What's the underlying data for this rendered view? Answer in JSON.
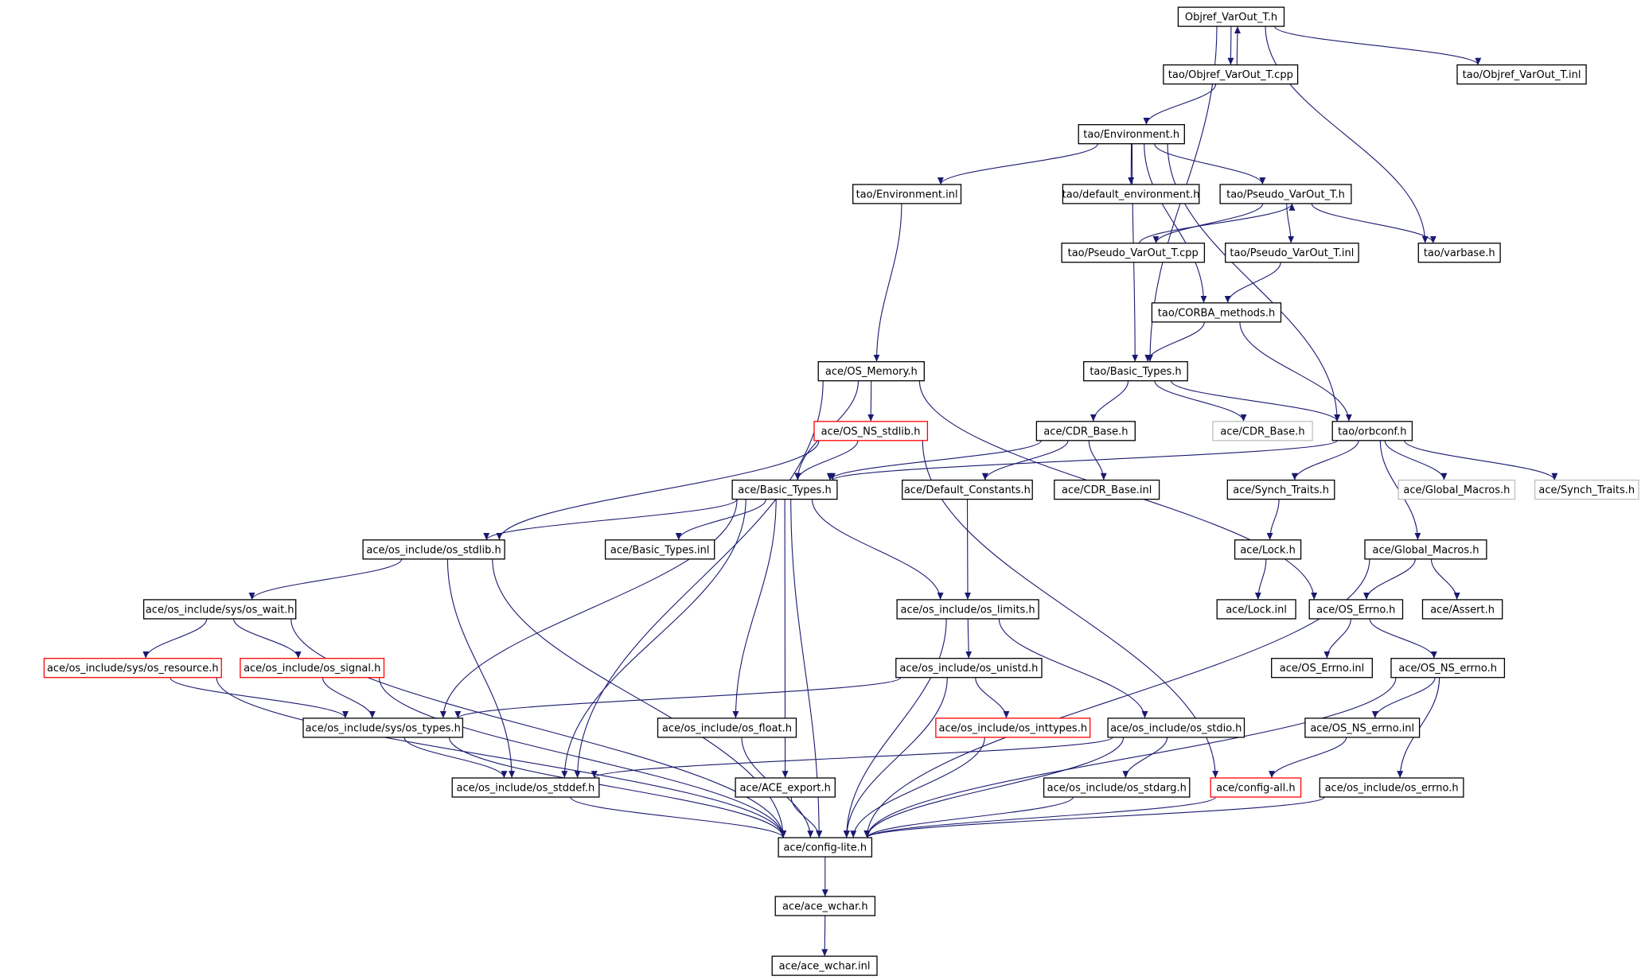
{
  "colors": {
    "edge": "#191970",
    "node_border": "#000000",
    "node_fill": "#ffffff",
    "current_fill": "#bfbfbf",
    "truncated_border": "#ff0000",
    "external_border": "#bfbfbf",
    "external_text": "#7f7f7f"
  },
  "nodes": [
    {
      "id": "objref_h",
      "label": "Objref_VarOut_T.h",
      "kind": "current"
    },
    {
      "id": "objref_cpp",
      "label": "tao/Objref_VarOut_T.cpp",
      "kind": "normal"
    },
    {
      "id": "objref_inl",
      "label": "tao/Objref_VarOut_T.inl",
      "kind": "normal"
    },
    {
      "id": "environment_h",
      "label": "tao/Environment.h",
      "kind": "normal"
    },
    {
      "id": "environment_inl",
      "label": "tao/Environment.inl",
      "kind": "normal"
    },
    {
      "id": "default_env",
      "label": "tao/default_environment.h",
      "kind": "normal"
    },
    {
      "id": "pseudo_h",
      "label": "tao/Pseudo_VarOut_T.h",
      "kind": "normal"
    },
    {
      "id": "pseudo_cpp",
      "label": "tao/Pseudo_VarOut_T.cpp",
      "kind": "normal"
    },
    {
      "id": "pseudo_inl",
      "label": "tao/Pseudo_VarOut_T.inl",
      "kind": "normal"
    },
    {
      "id": "varbase",
      "label": "tao/varbase.h",
      "kind": "normal"
    },
    {
      "id": "corba_methods",
      "label": "tao/CORBA_methods.h",
      "kind": "normal"
    },
    {
      "id": "os_memory",
      "label": "ace/OS_Memory.h",
      "kind": "normal"
    },
    {
      "id": "tao_basic_types",
      "label": "tao/Basic_Types.h",
      "kind": "normal"
    },
    {
      "id": "os_ns_stdlib",
      "label": "ace/OS_NS_stdlib.h",
      "kind": "truncated"
    },
    {
      "id": "cdr_base_h",
      "label": "ace/CDR_Base.h",
      "kind": "normal"
    },
    {
      "id": "cdr_base_ext",
      "label": "ace/CDR_Base.h",
      "kind": "external"
    },
    {
      "id": "orbconf",
      "label": "tao/orbconf.h",
      "kind": "normal"
    },
    {
      "id": "ace_basic_types",
      "label": "ace/Basic_Types.h",
      "kind": "normal"
    },
    {
      "id": "default_constants",
      "label": "ace/Default_Constants.h",
      "kind": "normal"
    },
    {
      "id": "cdr_base_inl",
      "label": "ace/CDR_Base.inl",
      "kind": "normal"
    },
    {
      "id": "synch_traits",
      "label": "ace/Synch_Traits.h",
      "kind": "normal"
    },
    {
      "id": "global_macros_ext",
      "label": "ace/Global_Macros.h",
      "kind": "external"
    },
    {
      "id": "synch_traits_ext",
      "label": "ace/Synch_Traits.h",
      "kind": "external"
    },
    {
      "id": "os_stdlib",
      "label": "ace/os_include/os_stdlib.h",
      "kind": "normal"
    },
    {
      "id": "basic_types_inl",
      "label": "ace/Basic_Types.inl",
      "kind": "normal"
    },
    {
      "id": "lock_h",
      "label": "ace/Lock.h",
      "kind": "normal"
    },
    {
      "id": "global_macros",
      "label": "ace/Global_Macros.h",
      "kind": "normal"
    },
    {
      "id": "os_wait",
      "label": "ace/os_include/sys/os_wait.h",
      "kind": "normal"
    },
    {
      "id": "os_limits",
      "label": "ace/os_include/os_limits.h",
      "kind": "normal"
    },
    {
      "id": "lock_inl",
      "label": "ace/Lock.inl",
      "kind": "normal"
    },
    {
      "id": "os_errno_h",
      "label": "ace/OS_Errno.h",
      "kind": "normal"
    },
    {
      "id": "assert_h",
      "label": "ace/Assert.h",
      "kind": "normal"
    },
    {
      "id": "os_resource",
      "label": "ace/os_include/sys/os_resource.h",
      "kind": "truncated"
    },
    {
      "id": "os_signal",
      "label": "ace/os_include/os_signal.h",
      "kind": "truncated"
    },
    {
      "id": "os_unistd",
      "label": "ace/os_include/os_unistd.h",
      "kind": "normal"
    },
    {
      "id": "os_errno_inl",
      "label": "ace/OS_Errno.inl",
      "kind": "normal"
    },
    {
      "id": "os_ns_errno",
      "label": "ace/OS_NS_errno.h",
      "kind": "normal"
    },
    {
      "id": "os_types",
      "label": "ace/os_include/sys/os_types.h",
      "kind": "normal"
    },
    {
      "id": "os_float",
      "label": "ace/os_include/os_float.h",
      "kind": "normal"
    },
    {
      "id": "os_inttypes",
      "label": "ace/os_include/os_inttypes.h",
      "kind": "truncated"
    },
    {
      "id": "os_stdio",
      "label": "ace/os_include/os_stdio.h",
      "kind": "normal"
    },
    {
      "id": "os_ns_errno_inl",
      "label": "ace/OS_NS_errno.inl",
      "kind": "normal"
    },
    {
      "id": "os_stddef",
      "label": "ace/os_include/os_stddef.h",
      "kind": "normal"
    },
    {
      "id": "ace_export",
      "label": "ace/ACE_export.h",
      "kind": "normal"
    },
    {
      "id": "os_stdarg",
      "label": "ace/os_include/os_stdarg.h",
      "kind": "normal"
    },
    {
      "id": "config_all",
      "label": "ace/config-all.h",
      "kind": "truncated"
    },
    {
      "id": "os_errno_sys",
      "label": "ace/os_include/os_errno.h",
      "kind": "normal"
    },
    {
      "id": "config_lite",
      "label": "ace/config-lite.h",
      "kind": "normal"
    },
    {
      "id": "ace_wchar_h",
      "label": "ace/ace_wchar.h",
      "kind": "normal"
    },
    {
      "id": "ace_wchar_inl",
      "label": "ace/ace_wchar.inl",
      "kind": "normal"
    }
  ],
  "edges": [
    [
      "objref_h",
      "objref_cpp"
    ],
    [
      "objref_h",
      "objref_inl"
    ],
    [
      "objref_h",
      "varbase"
    ],
    [
      "objref_h",
      "tao_basic_types"
    ],
    [
      "objref_cpp",
      "objref_h"
    ],
    [
      "objref_cpp",
      "environment_h"
    ],
    [
      "environment_h",
      "environment_inl"
    ],
    [
      "environment_h",
      "default_env"
    ],
    [
      "environment_h",
      "pseudo_h"
    ],
    [
      "environment_h",
      "corba_methods"
    ],
    [
      "environment_h",
      "tao_basic_types"
    ],
    [
      "environment_h",
      "orbconf"
    ],
    [
      "environment_inl",
      "os_memory"
    ],
    [
      "pseudo_h",
      "pseudo_cpp"
    ],
    [
      "pseudo_h",
      "pseudo_inl"
    ],
    [
      "pseudo_h",
      "varbase"
    ],
    [
      "pseudo_cpp",
      "pseudo_h"
    ],
    [
      "pseudo_inl",
      "corba_methods"
    ],
    [
      "corba_methods",
      "tao_basic_types"
    ],
    [
      "corba_methods",
      "orbconf"
    ],
    [
      "tao_basic_types",
      "cdr_base_h"
    ],
    [
      "tao_basic_types",
      "cdr_base_ext"
    ],
    [
      "tao_basic_types",
      "orbconf"
    ],
    [
      "os_memory",
      "os_ns_stdlib"
    ],
    [
      "os_memory",
      "ace_basic_types"
    ],
    [
      "os_memory",
      "os_stddef"
    ],
    [
      "os_memory",
      "os_errno_h"
    ],
    [
      "os_ns_stdlib",
      "ace_basic_types"
    ],
    [
      "os_ns_stdlib",
      "os_stdlib"
    ],
    [
      "os_ns_stdlib",
      "config_all"
    ],
    [
      "cdr_base_h",
      "ace_basic_types"
    ],
    [
      "cdr_base_h",
      "default_constants"
    ],
    [
      "cdr_base_h",
      "cdr_base_inl"
    ],
    [
      "orbconf",
      "ace_basic_types"
    ],
    [
      "orbconf",
      "synch_traits"
    ],
    [
      "orbconf",
      "global_macros_ext"
    ],
    [
      "orbconf",
      "synch_traits_ext"
    ],
    [
      "orbconf",
      "global_macros"
    ],
    [
      "ace_basic_types",
      "os_stdlib"
    ],
    [
      "ace_basic_types",
      "basic_types_inl"
    ],
    [
      "ace_basic_types",
      "os_limits"
    ],
    [
      "ace_basic_types",
      "os_types"
    ],
    [
      "ace_basic_types",
      "os_stddef"
    ],
    [
      "ace_basic_types",
      "os_float"
    ],
    [
      "ace_basic_types",
      "ace_export"
    ],
    [
      "ace_basic_types",
      "config_lite"
    ],
    [
      "default_constants",
      "os_limits"
    ],
    [
      "synch_traits",
      "lock_h"
    ],
    [
      "lock_h",
      "lock_inl"
    ],
    [
      "global_macros",
      "os_errno_h"
    ],
    [
      "global_macros",
      "assert_h"
    ],
    [
      "global_macros",
      "config_lite"
    ],
    [
      "os_stdlib",
      "os_wait"
    ],
    [
      "os_stdlib",
      "os_stddef"
    ],
    [
      "os_stdlib",
      "config_lite"
    ],
    [
      "os_wait",
      "os_resource"
    ],
    [
      "os_wait",
      "os_signal"
    ],
    [
      "os_wait",
      "config_lite"
    ],
    [
      "os_resource",
      "os_types"
    ],
    [
      "os_resource",
      "config_lite"
    ],
    [
      "os_signal",
      "os_types"
    ],
    [
      "os_signal",
      "config_lite"
    ],
    [
      "os_limits",
      "os_unistd"
    ],
    [
      "os_limits",
      "os_stdio"
    ],
    [
      "os_limits",
      "config_lite"
    ],
    [
      "os_unistd",
      "os_types"
    ],
    [
      "os_unistd",
      "os_inttypes"
    ],
    [
      "os_unistd",
      "config_lite"
    ],
    [
      "os_inttypes",
      "config_lite"
    ],
    [
      "os_stdio",
      "os_stddef"
    ],
    [
      "os_stdio",
      "os_stdarg"
    ],
    [
      "os_stdio",
      "config_lite"
    ],
    [
      "os_types",
      "os_stddef"
    ],
    [
      "os_types",
      "config_lite"
    ],
    [
      "os_stddef",
      "config_lite"
    ],
    [
      "os_float",
      "config_lite"
    ],
    [
      "ace_export",
      "config_lite"
    ],
    [
      "os_stdarg",
      "config_lite"
    ],
    [
      "config_all",
      "config_lite"
    ],
    [
      "os_errno_h",
      "os_errno_inl"
    ],
    [
      "os_errno_h",
      "os_ns_errno"
    ],
    [
      "os_ns_errno",
      "os_ns_errno_inl"
    ],
    [
      "os_ns_errno",
      "os_errno_sys"
    ],
    [
      "os_ns_errno",
      "config_lite"
    ],
    [
      "os_ns_errno_inl",
      "config_all"
    ],
    [
      "os_errno_sys",
      "config_lite"
    ],
    [
      "config_lite",
      "ace_wchar_h"
    ],
    [
      "ace_wchar_h",
      "ace_wchar_inl"
    ]
  ]
}
